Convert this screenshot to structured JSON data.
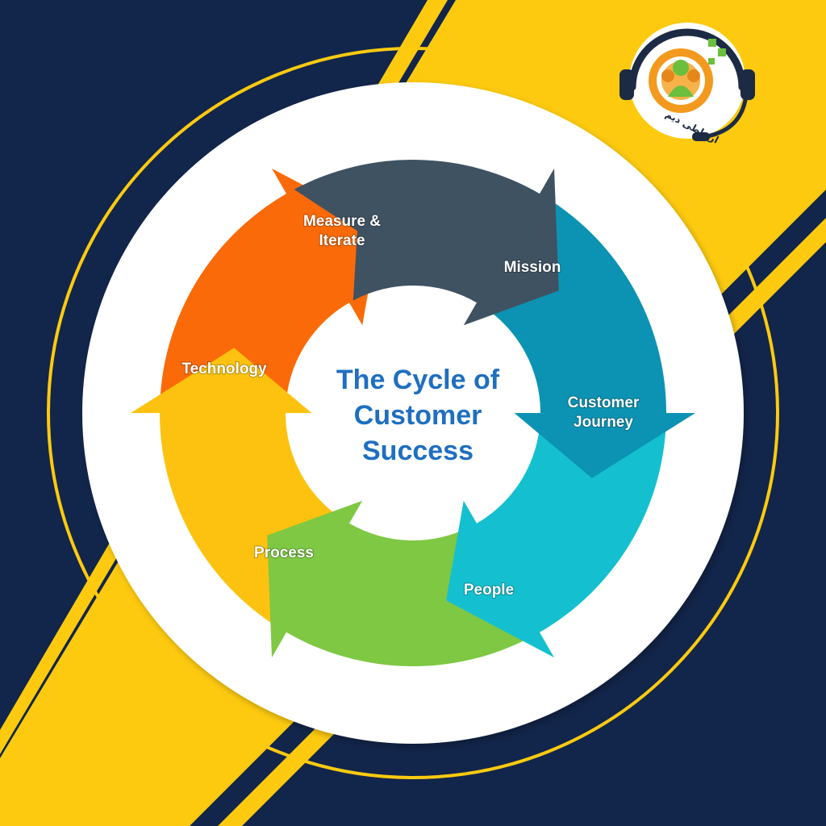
{
  "diagram": {
    "title_lines": [
      "The Cycle of",
      "Customer",
      "Success"
    ],
    "segments": [
      {
        "id": "measure-iterate",
        "label_lines": [
          "Measure &",
          "Iterate"
        ],
        "color": "#3f5262"
      },
      {
        "id": "mission",
        "label_lines": [
          "Mission"
        ],
        "color": "#0c93b3"
      },
      {
        "id": "customer-journey",
        "label_lines": [
          "Customer",
          "Journey"
        ],
        "color": "#14c0cf"
      },
      {
        "id": "people",
        "label_lines": [
          "People"
        ],
        "color": "#7ec843"
      },
      {
        "id": "process",
        "label_lines": [
          "Process"
        ],
        "color": "#fcc20f"
      },
      {
        "id": "technology",
        "label_lines": [
          "Technology"
        ],
        "color": "#fb6a08"
      }
    ]
  },
  "logo": {
    "text": "ارتباطی دیم",
    "icon": "headset-people-icon"
  },
  "colors": {
    "background_navy": "#12254a",
    "stripe_yellow": "#fdca0f",
    "title_blue": "#1f6fc0"
  }
}
